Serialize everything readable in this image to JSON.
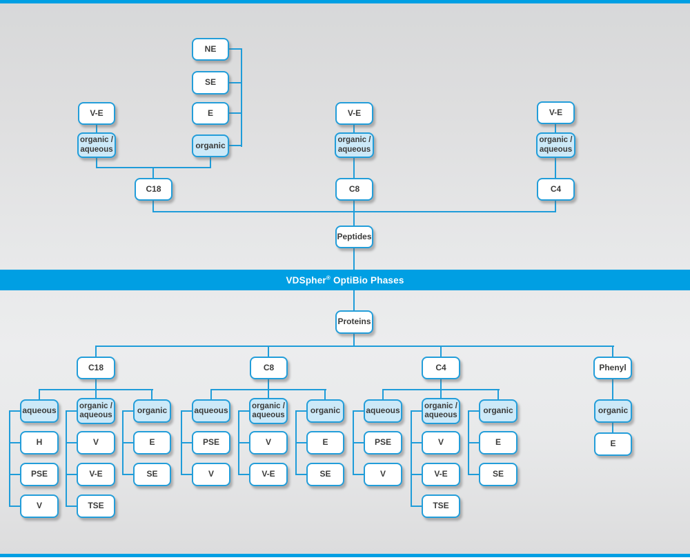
{
  "banner": {
    "brand": "VDSpher",
    "reg": "®",
    "rest": " OptiBio Phases"
  },
  "peptides": {
    "hub": "Peptides",
    "rail": {
      "ne": "NE",
      "se": "SE",
      "e": "E"
    },
    "c18": {
      "name": "C18",
      "ve": "V-E",
      "organic_aqueous": "organic /\naqueous",
      "organic": "organic"
    },
    "c8": {
      "name": "C8",
      "ve": "V-E",
      "organic_aqueous": "organic /\naqueous"
    },
    "c4": {
      "name": "C4",
      "ve": "V-E",
      "organic_aqueous": "organic /\naqueous"
    }
  },
  "proteins": {
    "hub": "Proteins",
    "c18": {
      "name": "C18",
      "groups": [
        {
          "mode": "aqueous",
          "items": [
            "H",
            "PSE",
            "V"
          ]
        },
        {
          "mode": "organic /\naqueous",
          "items": [
            "V",
            "V-E",
            "TSE"
          ]
        },
        {
          "mode": "organic",
          "items": [
            "E",
            "SE"
          ]
        }
      ]
    },
    "c8": {
      "name": "C8",
      "groups": [
        {
          "mode": "aqueous",
          "items": [
            "PSE",
            "V"
          ]
        },
        {
          "mode": "organic /\naqueous",
          "items": [
            "V",
            "V-E"
          ]
        },
        {
          "mode": "organic",
          "items": [
            "E",
            "SE"
          ]
        }
      ]
    },
    "c4": {
      "name": "C4",
      "groups": [
        {
          "mode": "aqueous",
          "items": [
            "PSE",
            "V"
          ]
        },
        {
          "mode": "organic /\naqueous",
          "items": [
            "V",
            "V-E",
            "TSE"
          ]
        },
        {
          "mode": "organic",
          "items": [
            "E",
            "SE"
          ]
        }
      ]
    },
    "phenyl": {
      "name": "Phenyl",
      "groups": [
        {
          "mode": "organic",
          "items": [
            "E"
          ]
        }
      ]
    }
  }
}
